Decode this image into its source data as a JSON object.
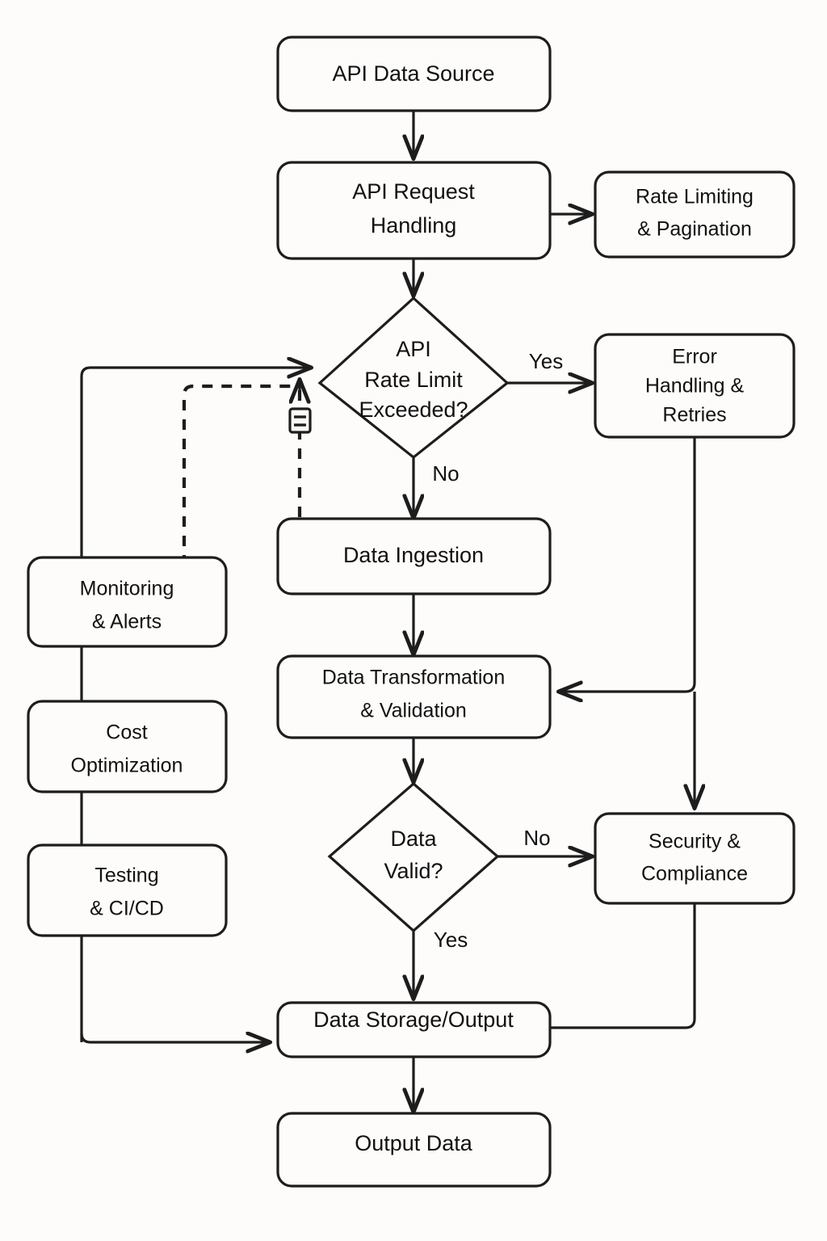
{
  "diagram": {
    "title": "API Data Pipeline Flowchart",
    "background_color": "#fdfcfa",
    "stroke_color": "#1d1d1d",
    "node_fill_color": "#fdfcfa",
    "nodes": [
      {
        "id": "api_data_source",
        "label": "API Data Source",
        "shape": "rounded-rect"
      },
      {
        "id": "api_request",
        "label_line1": "API Request",
        "label_line2": "Handling",
        "shape": "rounded-rect"
      },
      {
        "id": "rate_limiting",
        "label_line1": "Rate Limiting",
        "label_line2": "& Pagination",
        "shape": "rounded-rect"
      },
      {
        "id": "rate_limit_decision",
        "label_line1": "API",
        "label_line2": "Rate Limit",
        "label_line3": "Exceeded?",
        "shape": "diamond"
      },
      {
        "id": "error_handling",
        "label_line1": "Error",
        "label_line2": "Handling &",
        "label_line3": "Retries",
        "shape": "rounded-rect"
      },
      {
        "id": "data_ingestion",
        "label": "Data Ingestion",
        "shape": "rounded-rect"
      },
      {
        "id": "data_transformation",
        "label_line1": "Data Transformation",
        "label_line2": "& Validation",
        "shape": "rounded-rect"
      },
      {
        "id": "data_valid_decision",
        "label_line1": "Data",
        "label_line2": "Valid?",
        "shape": "diamond"
      },
      {
        "id": "security_compliance",
        "label_line1": "Security &",
        "label_line2": "Compliance",
        "shape": "rounded-rect"
      },
      {
        "id": "data_storage",
        "label": "Data Storage/Output",
        "shape": "rounded-rect"
      },
      {
        "id": "output_data",
        "label": "Output Data",
        "shape": "rounded-rect"
      },
      {
        "id": "monitoring_alerts",
        "label_line1": "Monitoring",
        "label_line2": "& Alerts",
        "shape": "rounded-rect"
      },
      {
        "id": "cost_optimization",
        "label_line1": "Cost",
        "label_line2": "Optimization",
        "shape": "rounded-rect"
      },
      {
        "id": "testing_cicd",
        "label_line1": "Testing",
        "label_line2": "& CI/CD",
        "shape": "rounded-rect"
      }
    ],
    "edge_labels": {
      "rate_limit_yes": "Yes",
      "rate_limit_no": "No",
      "data_valid_no": "No",
      "data_valid_yes": "Yes"
    },
    "icons": {
      "feedback_badge": "note-icon"
    }
  }
}
